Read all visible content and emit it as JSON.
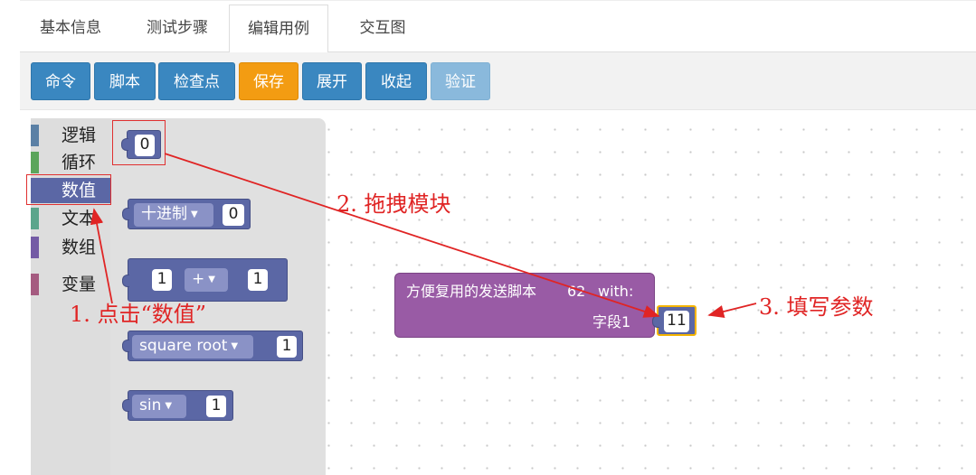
{
  "tabs": [
    {
      "label": "基本信息",
      "active": false
    },
    {
      "label": "测试步骤",
      "active": false
    },
    {
      "label": "编辑用例",
      "active": true
    },
    {
      "label": "交互图",
      "active": false
    }
  ],
  "toolbar": {
    "command": "命令",
    "script": "脚本",
    "checkpoint": "检查点",
    "save": "保存",
    "expand": "展开",
    "collapse": "收起",
    "verify": "验证"
  },
  "categories": [
    {
      "label": "逻辑",
      "color": "#5b80a5"
    },
    {
      "label": "循环",
      "color": "#5ba55b"
    },
    {
      "label": "数值",
      "color": "#5b67a5",
      "selected": true
    },
    {
      "label": "文本",
      "color": "#5ba58c"
    },
    {
      "label": "数组",
      "color": "#745ba5"
    },
    {
      "label": "变量",
      "color": "#a55b80"
    }
  ],
  "flyout": {
    "number_value": "0",
    "radix_label": "十进制",
    "radix_value": "0",
    "arith_left": "1",
    "arith_op": "+",
    "arith_right": "1",
    "math_func": "square root",
    "math_value": "1",
    "trig_func": "sin",
    "trig_value": "1"
  },
  "canvas_block": {
    "title": "方便复用的发送脚本",
    "number": "62",
    "with": "with:",
    "param_label": "字段1",
    "param_value": "11"
  },
  "annotations": {
    "step1": "1. 点击“数值”",
    "step2": "2. 拖拽模块",
    "step3": "3. 填写参数",
    "color": "#e02424"
  }
}
